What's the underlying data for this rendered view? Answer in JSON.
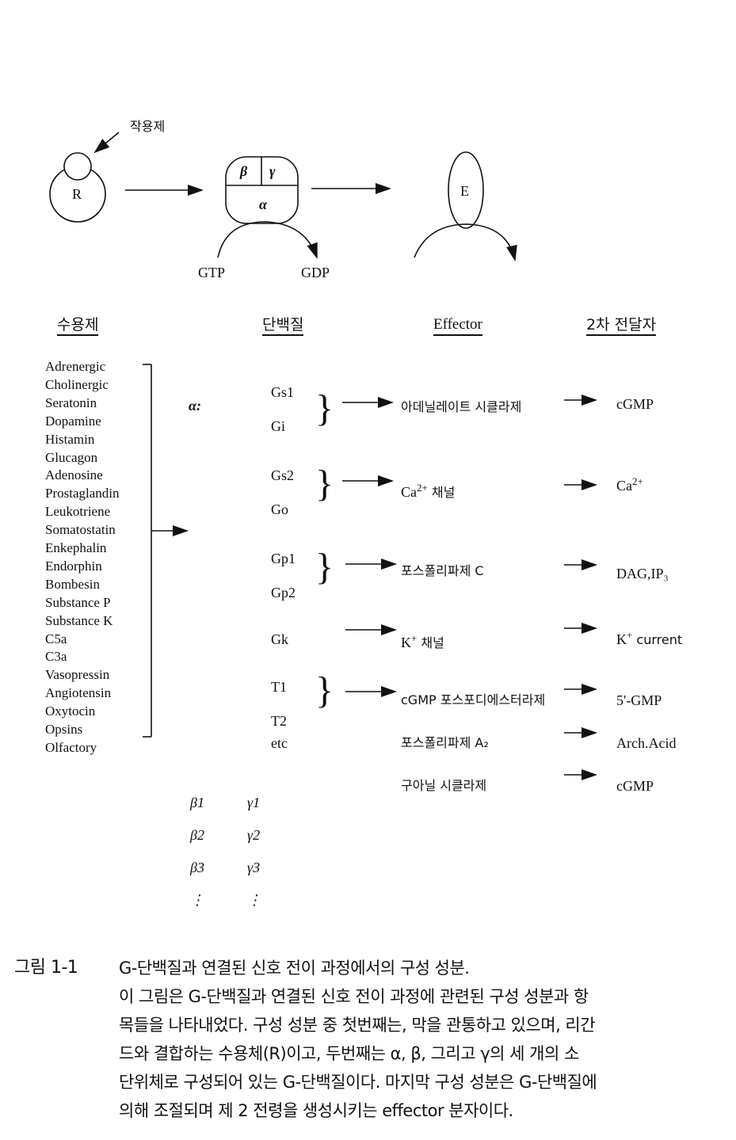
{
  "diagram": {
    "agonist_label": "작용제",
    "receptor_label": "R",
    "beta": "β",
    "gamma": "γ",
    "alpha": "α",
    "effector_label": "E",
    "gtp": "GTP",
    "gdp": "GDP"
  },
  "headers": {
    "receptor": "수용제",
    "protein": "단백질",
    "effector": "Effector",
    "second_messenger": "2차 전달자"
  },
  "receptors": [
    "Adrenergic",
    "Cholinergic",
    "Seratonin",
    "Dopamine",
    "Histamin",
    "Glucagon",
    "Adenosine",
    "Prostaglandin",
    "Leukotriene",
    "Somatostatin",
    "Enkephalin",
    "Endorphin",
    "Bombesin",
    "Substance P",
    "Substance K",
    "C5a",
    "C3a",
    "Vasopressin",
    "Angiotensin",
    "Oxytocin",
    "Opsins",
    "Olfactory"
  ],
  "alpha_label": "α:",
  "proteins": [
    "Gs1",
    "Gi",
    "Gs2",
    "Go",
    "Gp1",
    "Gp2",
    "Gk",
    "T1",
    "T2",
    "etc"
  ],
  "effectors": [
    {
      "name": "아데닐레이트 시클라제",
      "sup": ""
    },
    {
      "name": "Ca",
      "sup": "2+",
      "suffix": " 채널"
    },
    {
      "name": "포스폴리파제 C",
      "sup": ""
    },
    {
      "name": "K",
      "sup": "+",
      "suffix": " 채널"
    },
    {
      "name": "cGMP 포스포디에스터라제",
      "sup": ""
    },
    {
      "name": "포스폴리파제 A₂",
      "sup": ""
    },
    {
      "name": "구아닐 시클라제",
      "sup": ""
    }
  ],
  "messengers": [
    {
      "name": "cGMP",
      "sup": ""
    },
    {
      "name": "Ca",
      "sup": "2+"
    },
    {
      "name": "DAG,IP₃",
      "sup": ""
    },
    {
      "name": "K",
      "sup": "+",
      "suffix": " current"
    },
    {
      "name": "5'-GMP",
      "sup": ""
    },
    {
      "name": "Arch.Acid",
      "sup": ""
    },
    {
      "name": "cGMP",
      "sup": ""
    }
  ],
  "subunits": {
    "beta": [
      "β1",
      "β2",
      "β3",
      "⋮"
    ],
    "gamma": [
      "γ1",
      "γ2",
      "γ3",
      "⋮"
    ]
  },
  "caption": {
    "label": "그림 1-1",
    "lines": [
      "G-단백질과 연결된 신호 전이 과정에서의 구성 성분.",
      "이 그림은 G-단백질과 연결된 신호 전이 과정에 관련된 구성 성분과 항",
      "목들을 나타내었다. 구성 성분 중 첫번째는, 막을 관통하고 있으며, 리간",
      "드와 결합하는 수용체(R)이고, 두번째는 α, β, 그리고 γ의 세 개의 소",
      "단위체로 구성되어 있는 G-단백질이다. 마지막 구성 성분은 G-단백질에",
      "의해 조절되며 제 2 전령을 생성시키는 effector 분자이다."
    ]
  }
}
